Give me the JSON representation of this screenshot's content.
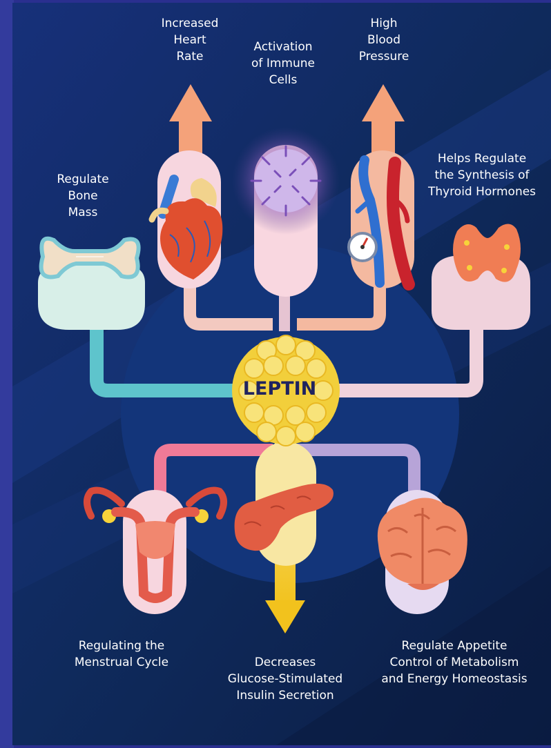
{
  "center": {
    "title": "LEPTIN"
  },
  "effects": {
    "heart_rate": [
      "Increased",
      "Heart",
      "Rate"
    ],
    "immune": [
      "Activation",
      "of Immune",
      "Cells"
    ],
    "blood_pressure": [
      "High",
      "Blood",
      "Pressure"
    ],
    "bone": [
      "Regulate",
      "Bone",
      "Mass"
    ],
    "thyroid": [
      "Helps Regulate",
      "the Synthesis of",
      "Thyroid Hormones"
    ],
    "menstrual": [
      "Regulating the",
      "Menstrual Cycle"
    ],
    "insulin": [
      "Decreases",
      "Glucose-Stimulated",
      "Insulin Secretion"
    ],
    "appetite": [
      "Regulate Appetite",
      "Control of Metabolism",
      "and Energy Homeostasis"
    ]
  },
  "colors": {
    "frame": "#2a2f8f",
    "panel": "#10244f",
    "teal": "#5ec4cc",
    "pink": "#f07a97",
    "lavender": "#b7a4d8",
    "peach": "#f4b9a0",
    "yellow": "#f7d33a",
    "arrow_orange": "#f4a27a"
  },
  "icons": [
    "heart-icon",
    "immune-cell-icon",
    "blood-vessel-icon",
    "pressure-gauge-icon",
    "bone-icon",
    "thyroid-icon",
    "uterus-icon",
    "pancreas-icon",
    "brain-icon",
    "fat-cells-icon"
  ]
}
